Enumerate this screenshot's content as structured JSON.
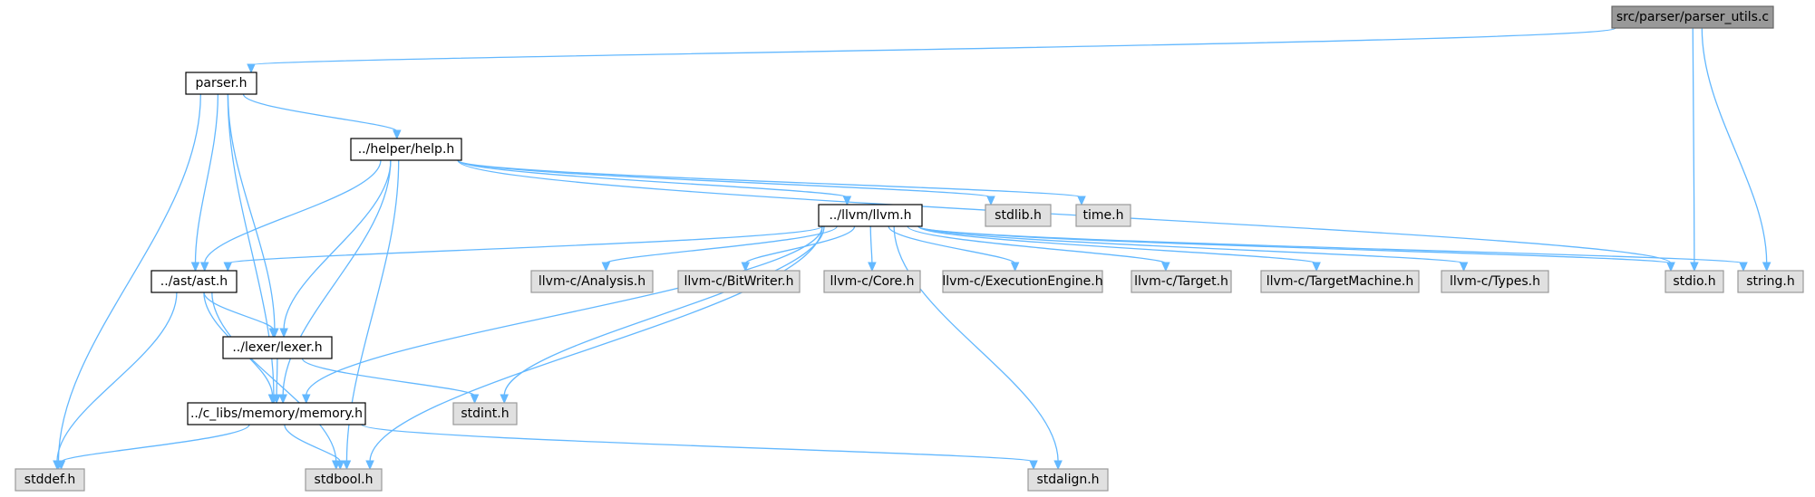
{
  "diagram": {
    "type": "include-dependency-graph",
    "colors": {
      "edge": "#63b8ff",
      "root_fill": "#999999",
      "local_fill": "#ffffff",
      "system_fill": "#e0e0e0"
    },
    "nodes": [
      {
        "id": "root",
        "label": "src/parser/parser_utils.c",
        "kind": "root"
      },
      {
        "id": "parser",
        "label": "parser.h",
        "kind": "local"
      },
      {
        "id": "help",
        "label": "../helper/help.h",
        "kind": "local"
      },
      {
        "id": "llvm",
        "label": "../llvm/llvm.h",
        "kind": "local"
      },
      {
        "id": "ast",
        "label": "../ast/ast.h",
        "kind": "local"
      },
      {
        "id": "lexer",
        "label": "../lexer/lexer.h",
        "kind": "local"
      },
      {
        "id": "memory",
        "label": "../c_libs/memory/memory.h",
        "kind": "local"
      },
      {
        "id": "stdlib",
        "label": "stdlib.h",
        "kind": "system"
      },
      {
        "id": "time",
        "label": "time.h",
        "kind": "system"
      },
      {
        "id": "analysis",
        "label": "llvm-c/Analysis.h",
        "kind": "system"
      },
      {
        "id": "bitwriter",
        "label": "llvm-c/BitWriter.h",
        "kind": "system"
      },
      {
        "id": "core",
        "label": "llvm-c/Core.h",
        "kind": "system"
      },
      {
        "id": "exec",
        "label": "llvm-c/ExecutionEngine.h",
        "kind": "system"
      },
      {
        "id": "target",
        "label": "llvm-c/Target.h",
        "kind": "system"
      },
      {
        "id": "targetmachine",
        "label": "llvm-c/TargetMachine.h",
        "kind": "system"
      },
      {
        "id": "types",
        "label": "llvm-c/Types.h",
        "kind": "system"
      },
      {
        "id": "stdio",
        "label": "stdio.h",
        "kind": "system"
      },
      {
        "id": "string",
        "label": "string.h",
        "kind": "system"
      },
      {
        "id": "stdint",
        "label": "stdint.h",
        "kind": "system"
      },
      {
        "id": "stddef",
        "label": "stddef.h",
        "kind": "system"
      },
      {
        "id": "stdbool",
        "label": "stdbool.h",
        "kind": "system"
      },
      {
        "id": "stdalign",
        "label": "stdalign.h",
        "kind": "system"
      }
    ],
    "edges": [
      [
        "root",
        "parser"
      ],
      [
        "root",
        "stdio"
      ],
      [
        "root",
        "string"
      ],
      [
        "parser",
        "help"
      ],
      [
        "parser",
        "ast"
      ],
      [
        "parser",
        "lexer"
      ],
      [
        "parser",
        "memory"
      ],
      [
        "parser",
        "stddef"
      ],
      [
        "help",
        "llvm"
      ],
      [
        "help",
        "stdlib"
      ],
      [
        "help",
        "time"
      ],
      [
        "help",
        "stdio"
      ],
      [
        "help",
        "ast"
      ],
      [
        "help",
        "lexer"
      ],
      [
        "help",
        "memory"
      ],
      [
        "help",
        "stdbool"
      ],
      [
        "llvm",
        "ast"
      ],
      [
        "llvm",
        "memory"
      ],
      [
        "llvm",
        "stdint"
      ],
      [
        "llvm",
        "analysis"
      ],
      [
        "llvm",
        "bitwriter"
      ],
      [
        "llvm",
        "core"
      ],
      [
        "llvm",
        "exec"
      ],
      [
        "llvm",
        "target"
      ],
      [
        "llvm",
        "targetmachine"
      ],
      [
        "llvm",
        "types"
      ],
      [
        "llvm",
        "stdio"
      ],
      [
        "llvm",
        "string"
      ],
      [
        "llvm",
        "stdbool"
      ],
      [
        "llvm",
        "stdalign"
      ],
      [
        "ast",
        "lexer"
      ],
      [
        "ast",
        "memory"
      ],
      [
        "ast",
        "stddef"
      ],
      [
        "ast",
        "stdbool"
      ],
      [
        "lexer",
        "memory"
      ],
      [
        "lexer",
        "stdint"
      ],
      [
        "memory",
        "stddef"
      ],
      [
        "memory",
        "stdbool"
      ],
      [
        "memory",
        "stdalign"
      ]
    ]
  }
}
